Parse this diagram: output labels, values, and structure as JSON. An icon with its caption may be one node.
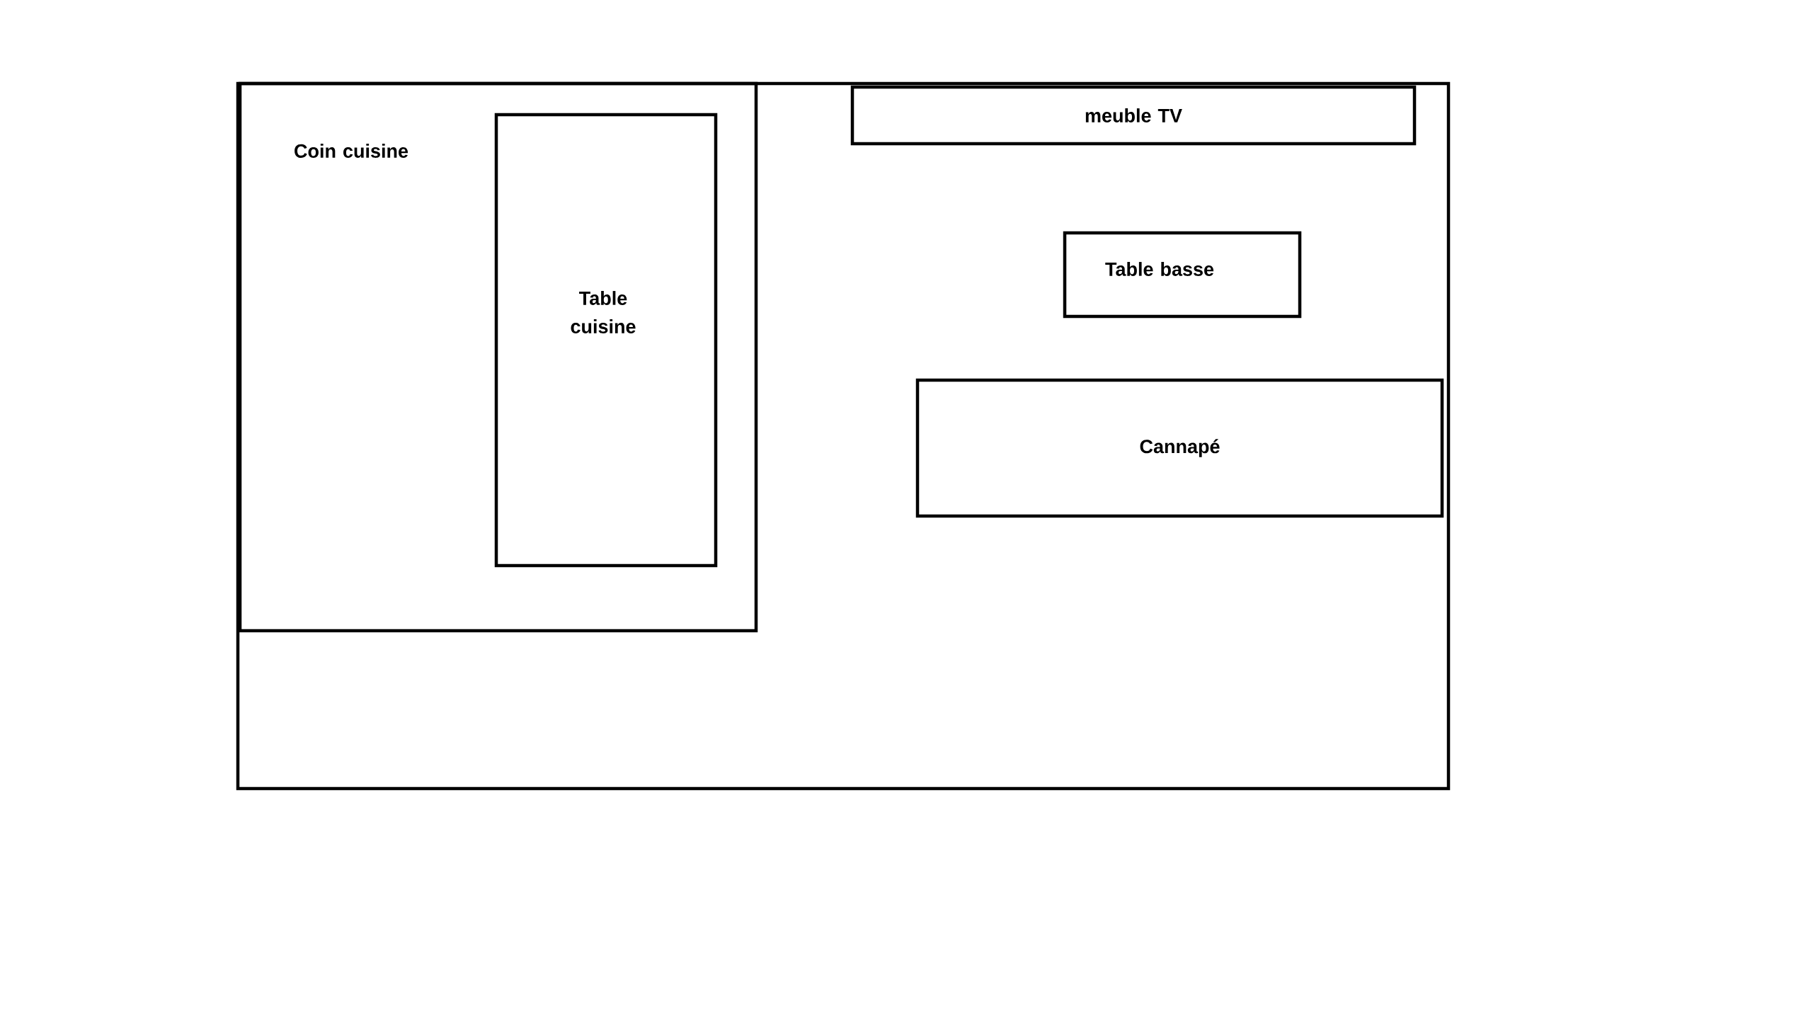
{
  "diagram": {
    "nodes": [
      {
        "text": [],
        "shape": "box"
      },
      {
        "text": [
          "Coin cuisine"
        ],
        "in": 0
      },
      {
        "text": [
          "Table cuisine"
        ],
        "in": 1
      },
      {
        "text": [
          "meuble TV"
        ],
        "in": 0
      },
      {
        "text": [
          "Table basse"
        ],
        "in": 0
      },
      {
        "text": [
          "Cannapé"
        ],
        "in": 0
      }
    ]
  }
}
